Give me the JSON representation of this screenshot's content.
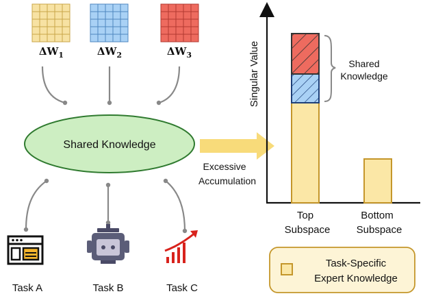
{
  "matrices": [
    {
      "label": "ΔW",
      "sub": "1",
      "fill": "#f7e2a3",
      "grid": "#c9a64a"
    },
    {
      "label": "ΔW",
      "sub": "2",
      "fill": "#a9d1f5",
      "grid": "#4e86c0"
    },
    {
      "label": "ΔW",
      "sub": "3",
      "fill": "#ee6b5f",
      "grid": "#b23a30"
    }
  ],
  "center": {
    "label": "Shared Knowledge",
    "fill": "#cdeec2",
    "stroke": "#2f7a2f"
  },
  "tasks": [
    {
      "label": "Task A",
      "icon": "window-icon"
    },
    {
      "label": "Task B",
      "icon": "robot-icon"
    },
    {
      "label": "Task C",
      "icon": "growth-chart-icon"
    }
  ],
  "arrow": {
    "line1": "Excessive",
    "line2": "Accumulation",
    "color": "#f8db7a"
  },
  "chart": {
    "ylabel": "Singular Value",
    "brace_line1": "Shared",
    "brace_line2": "Knowledge",
    "categories": [
      {
        "line1": "Top",
        "line2": "Subspace"
      },
      {
        "line1": "Bottom",
        "line2": "Subspace"
      }
    ]
  },
  "legend": {
    "line1": "Task-Specific",
    "line2": "Expert Knowledge",
    "swatch": "#fbe7a6",
    "bg": "#fdf4d6"
  },
  "colors": {
    "expert": "#fbe7a6",
    "blue": "#a9d1f5",
    "red": "#ee6b5f",
    "connector": "#888888"
  }
}
